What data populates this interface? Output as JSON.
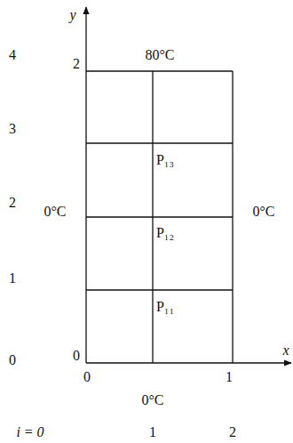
{
  "diagram": {
    "labels": [
      "y",
      "80°C",
      "2",
      "4",
      "3",
      "P₁₃",
      "0°C",
      "2",
      "P₁₂",
      "0°C",
      "1",
      "P₁₁",
      "0",
      "0",
      "0",
      "1",
      "x",
      "0°C",
      "i = 0",
      "1",
      "2"
    ]
  }
}
